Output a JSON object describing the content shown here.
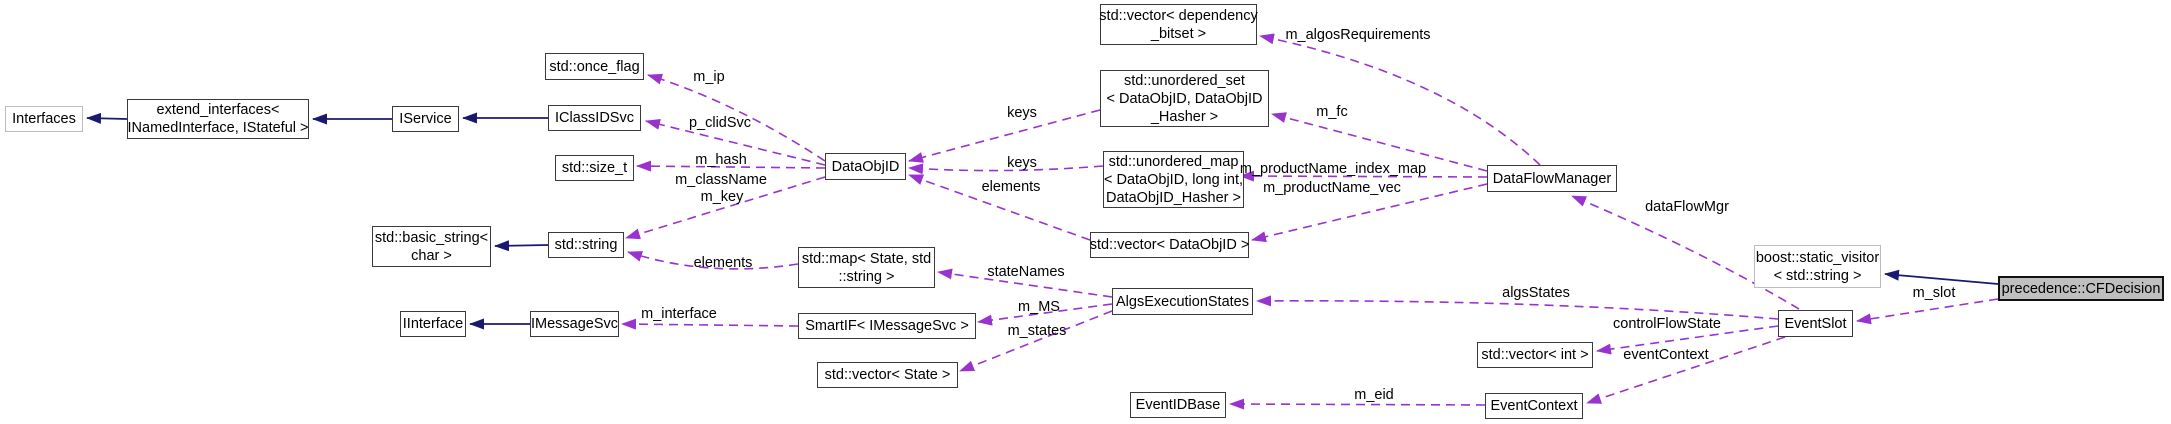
{
  "diagram": {
    "type": "doxygen-collaboration-graph",
    "colors": {
      "inheritance_edge": "#191970",
      "usage_edge": "#9a32cd",
      "node_border": "#3a3a3a",
      "external_node_border": "#bcbcbc",
      "highlight_node_fill": "#bfbfbf",
      "background": "#ffffff"
    },
    "nodes": [
      {
        "id": "interfaces",
        "lines": [
          "Interfaces"
        ],
        "type": "external"
      },
      {
        "id": "extend_interfaces",
        "lines": [
          "extend_interfaces<",
          "INamedInterface, IStateful >"
        ],
        "type": "class"
      },
      {
        "id": "iservice",
        "lines": [
          "IService"
        ],
        "type": "class"
      },
      {
        "id": "once_flag",
        "lines": [
          "std::once_flag"
        ],
        "type": "class"
      },
      {
        "id": "iclassidsvc",
        "lines": [
          "IClassIDSvc"
        ],
        "type": "class"
      },
      {
        "id": "size_t",
        "lines": [
          "std::size_t"
        ],
        "type": "class"
      },
      {
        "id": "basic_string",
        "lines": [
          "std::basic_string<",
          "char >"
        ],
        "type": "class"
      },
      {
        "id": "string",
        "lines": [
          "std::string"
        ],
        "type": "class"
      },
      {
        "id": "dataobjid",
        "lines": [
          "DataObjID"
        ],
        "type": "class"
      },
      {
        "id": "map_state_string",
        "lines": [
          "std::map< State, std",
          "::string >"
        ],
        "type": "class"
      },
      {
        "id": "iinterface",
        "lines": [
          "IInterface"
        ],
        "type": "class"
      },
      {
        "id": "imessagesvc",
        "lines": [
          "IMessageSvc"
        ],
        "type": "class"
      },
      {
        "id": "smartif",
        "lines": [
          "SmartIF< IMessageSvc >"
        ],
        "type": "class"
      },
      {
        "id": "vector_state",
        "lines": [
          "std::vector< State >"
        ],
        "type": "class"
      },
      {
        "id": "vector_dep_bitset",
        "lines": [
          "std::vector< dependency",
          "_bitset >"
        ],
        "type": "class"
      },
      {
        "id": "unordered_set",
        "lines": [
          "std::unordered_set",
          "< DataObjID, DataObjID",
          "_Hasher >"
        ],
        "type": "class"
      },
      {
        "id": "unordered_map",
        "lines": [
          "std::unordered_map",
          "< DataObjID, long int,",
          "DataObjID_Hasher >"
        ],
        "type": "class"
      },
      {
        "id": "vector_dataobjid",
        "lines": [
          "std::vector< DataObjID >"
        ],
        "type": "class"
      },
      {
        "id": "algsexecstates",
        "lines": [
          "AlgsExecutionStates"
        ],
        "type": "class"
      },
      {
        "id": "eventidbase",
        "lines": [
          "EventIDBase"
        ],
        "type": "class"
      },
      {
        "id": "dataflowmanager",
        "lines": [
          "DataFlowManager"
        ],
        "type": "class"
      },
      {
        "id": "vector_int",
        "lines": [
          "std::vector< int >"
        ],
        "type": "class"
      },
      {
        "id": "eventcontext",
        "lines": [
          "EventContext"
        ],
        "type": "class"
      },
      {
        "id": "boost_static_visitor",
        "lines": [
          "boost::static_visitor",
          "< std::string >"
        ],
        "type": "external"
      },
      {
        "id": "eventslot",
        "lines": [
          "EventSlot"
        ],
        "type": "class"
      },
      {
        "id": "cfdecision",
        "lines": [
          "precedence::CFDecision"
        ],
        "type": "highlight"
      }
    ],
    "edges": [
      {
        "from": "extend_interfaces",
        "to": "interfaces",
        "kind": "inheritance",
        "labels": []
      },
      {
        "from": "iservice",
        "to": "extend_interfaces",
        "kind": "inheritance",
        "labels": []
      },
      {
        "from": "iclassidsvc",
        "to": "iservice",
        "kind": "inheritance",
        "labels": []
      },
      {
        "from": "string",
        "to": "basic_string",
        "kind": "inheritance",
        "labels": []
      },
      {
        "from": "imessagesvc",
        "to": "iinterface",
        "kind": "inheritance",
        "labels": []
      },
      {
        "from": "cfdecision",
        "to": "boost_static_visitor",
        "kind": "inheritance",
        "labels": []
      },
      {
        "from": "dataobjid",
        "to": "once_flag",
        "kind": "usage",
        "labels": [
          "m_ip"
        ]
      },
      {
        "from": "dataobjid",
        "to": "iclassidsvc",
        "kind": "usage",
        "labels": [
          "p_clidSvc"
        ]
      },
      {
        "from": "dataobjid",
        "to": "size_t",
        "kind": "usage",
        "labels": [
          "m_hash"
        ]
      },
      {
        "from": "dataobjid",
        "to": "string",
        "kind": "usage",
        "labels": [
          "m_className",
          "m_key"
        ]
      },
      {
        "from": "map_state_string",
        "to": "string",
        "kind": "usage",
        "labels": [
          "elements"
        ]
      },
      {
        "from": "unordered_set",
        "to": "dataobjid",
        "kind": "usage",
        "labels": [
          "keys"
        ]
      },
      {
        "from": "unordered_map",
        "to": "dataobjid",
        "kind": "usage",
        "labels": [
          "keys"
        ]
      },
      {
        "from": "vector_dataobjid",
        "to": "dataobjid",
        "kind": "usage",
        "labels": [
          "elements"
        ]
      },
      {
        "from": "algsexecstates",
        "to": "map_state_string",
        "kind": "usage",
        "labels": [
          "stateNames"
        ]
      },
      {
        "from": "algsexecstates",
        "to": "smartif",
        "kind": "usage",
        "labels": [
          "m_MS"
        ]
      },
      {
        "from": "algsexecstates",
        "to": "vector_state",
        "kind": "usage",
        "labels": [
          "m_states"
        ]
      },
      {
        "from": "smartif",
        "to": "imessagesvc",
        "kind": "usage",
        "labels": [
          "m_interface"
        ]
      },
      {
        "from": "dataflowmanager",
        "to": "vector_dep_bitset",
        "kind": "usage",
        "labels": [
          "m_algosRequirements"
        ]
      },
      {
        "from": "dataflowmanager",
        "to": "unordered_set",
        "kind": "usage",
        "labels": [
          "m_fc"
        ]
      },
      {
        "from": "dataflowmanager",
        "to": "unordered_map",
        "kind": "usage",
        "labels": [
          "m_productName_index_map"
        ]
      },
      {
        "from": "dataflowmanager",
        "to": "vector_dataobjid",
        "kind": "usage",
        "labels": [
          "m_productName_vec"
        ]
      },
      {
        "from": "eventslot",
        "to": "dataflowmanager",
        "kind": "usage",
        "labels": [
          "dataFlowMgr"
        ]
      },
      {
        "from": "eventslot",
        "to": "algsexecstates",
        "kind": "usage",
        "labels": [
          "algsStates"
        ]
      },
      {
        "from": "eventslot",
        "to": "vector_int",
        "kind": "usage",
        "labels": [
          "controlFlowState"
        ]
      },
      {
        "from": "eventslot",
        "to": "eventcontext",
        "kind": "usage",
        "labels": [
          "eventContext"
        ]
      },
      {
        "from": "eventcontext",
        "to": "eventidbase",
        "kind": "usage",
        "labels": [
          "m_eid"
        ]
      },
      {
        "from": "cfdecision",
        "to": "eventslot",
        "kind": "usage",
        "labels": [
          "m_slot"
        ]
      }
    ]
  }
}
